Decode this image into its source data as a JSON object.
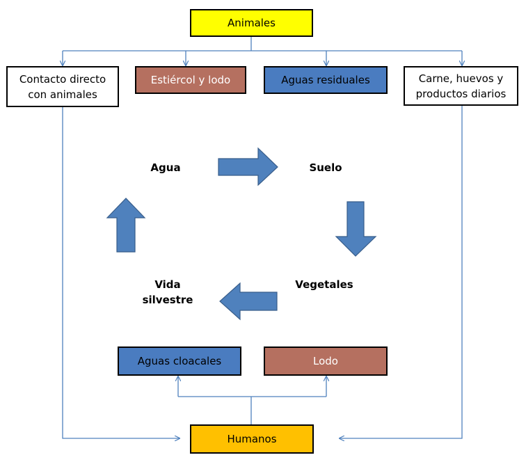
{
  "nodes": {
    "animals": {
      "label": "Animales",
      "color": "#ffff00"
    },
    "direct_contact": {
      "line1": "Contacto directo",
      "line2": "con animales",
      "color": "#ffffff"
    },
    "manure_sludge": {
      "label": "Estiércol y lodo",
      "color": "#b57060"
    },
    "wastewater": {
      "label": "Aguas residuales",
      "color": "#4a7cc0"
    },
    "meat_eggs_dairy": {
      "line1": "Carne, huevos y",
      "line2": "productos diarios",
      "color": "#ffffff"
    },
    "water": {
      "label": "Agua"
    },
    "soil": {
      "label": "Suelo"
    },
    "vegetables": {
      "label": "Vegetales"
    },
    "wildlife": {
      "line1": "Vida",
      "line2": "silvestre"
    },
    "sewage": {
      "label": "Aguas cloacales",
      "color": "#4a7cc0"
    },
    "sludge": {
      "label": "Lodo",
      "color": "#b57060"
    },
    "humans": {
      "label": "Humanos",
      "color": "#ffc000"
    }
  },
  "colors": {
    "connector": "#4f81bd",
    "big_arrow_fill": "#4f81bd",
    "big_arrow_stroke": "#385d8a"
  }
}
